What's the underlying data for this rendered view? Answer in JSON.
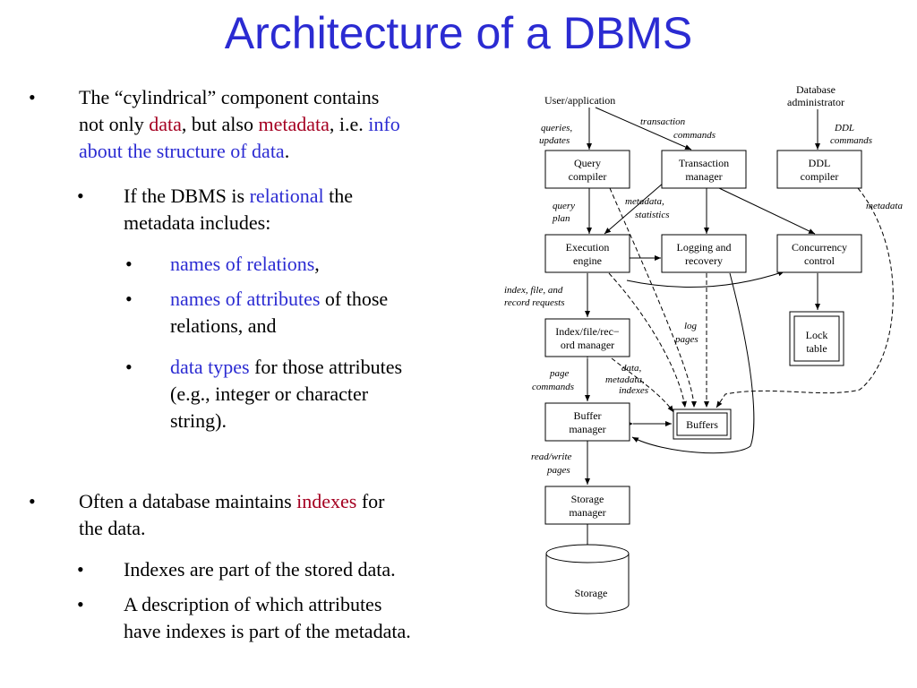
{
  "slide": {
    "title": "Architecture of a DBMS",
    "bullets": {
      "b1": {
        "p1": "The “cylindrical” component contains",
        "p2": "not only ",
        "p3": "data",
        "p4": ", but also ",
        "p5": "metadata",
        "p6": ", i.e. ",
        "p7": "info",
        "p8": "about the structure of data",
        "p9": "."
      },
      "b1a": {
        "p1": "If the DBMS is ",
        "p2": "relational",
        "p3": " the",
        "p4": "metadata includes:"
      },
      "b1a1": {
        "p1": "names of relations",
        "p2": ","
      },
      "b1a2": {
        "p1": "names of attributes",
        "p2": " of those",
        "p3": "relations, and"
      },
      "b1a3": {
        "p1": "data types",
        "p2": " for those attributes",
        "p3": "(e.g., integer or character",
        "p4": "string)."
      },
      "b2": {
        "p1": "Often a database maintains ",
        "p2": "indexes",
        "p3": " for",
        "p4": "the data."
      },
      "b2a": {
        "p1": "Indexes are part of the stored data."
      },
      "b2b": {
        "p1": "A description of which attributes",
        "p2": "have indexes is part of the metadata."
      }
    },
    "markers": {
      "l1": "•",
      "l2": "•",
      "l3": "•"
    }
  },
  "diagram": {
    "nodes": {
      "user_app": "User/application",
      "dba_1": "Database",
      "dba_2": "administrator",
      "query_compiler_1": "Query",
      "query_compiler_2": "compiler",
      "transaction_manager_1": "Transaction",
      "transaction_manager_2": "manager",
      "ddl_compiler_1": "DDL",
      "ddl_compiler_2": "compiler",
      "execution_engine_1": "Execution",
      "execution_engine_2": "engine",
      "logging_recovery_1": "Logging and",
      "logging_recovery_2": "recovery",
      "concurrency_control_1": "Concurrency",
      "concurrency_control_2": "control",
      "lock_table_1": "Lock",
      "lock_table_2": "table",
      "index_manager_1": "Index/file/rec−",
      "index_manager_2": "ord manager",
      "buffer_manager_1": "Buffer",
      "buffer_manager_2": "manager",
      "buffers": "Buffers",
      "storage_manager_1": "Storage",
      "storage_manager_2": "manager",
      "storage": "Storage"
    },
    "edge_labels": {
      "queries_1": "queries,",
      "queries_2": "updates",
      "transaction_1": "transaction",
      "transaction_2": "commands",
      "ddl_1": "DDL",
      "ddl_2": "commands",
      "query_plan_1": "query",
      "query_plan_2": "plan",
      "metadata_stats_1": "metadata,",
      "metadata_stats_2": "statistics",
      "metadata_right": "metadata",
      "index_req_1": "index, file, and",
      "index_req_2": "record requests",
      "log_pages_1": "log",
      "log_pages_2": "pages",
      "page_commands_1": "page",
      "page_commands_2": "commands",
      "data_meta_1": "data,",
      "data_meta_2": "metadata,",
      "data_meta_3": "indexes",
      "read_write_1": "read/write",
      "read_write_2": "pages"
    }
  }
}
